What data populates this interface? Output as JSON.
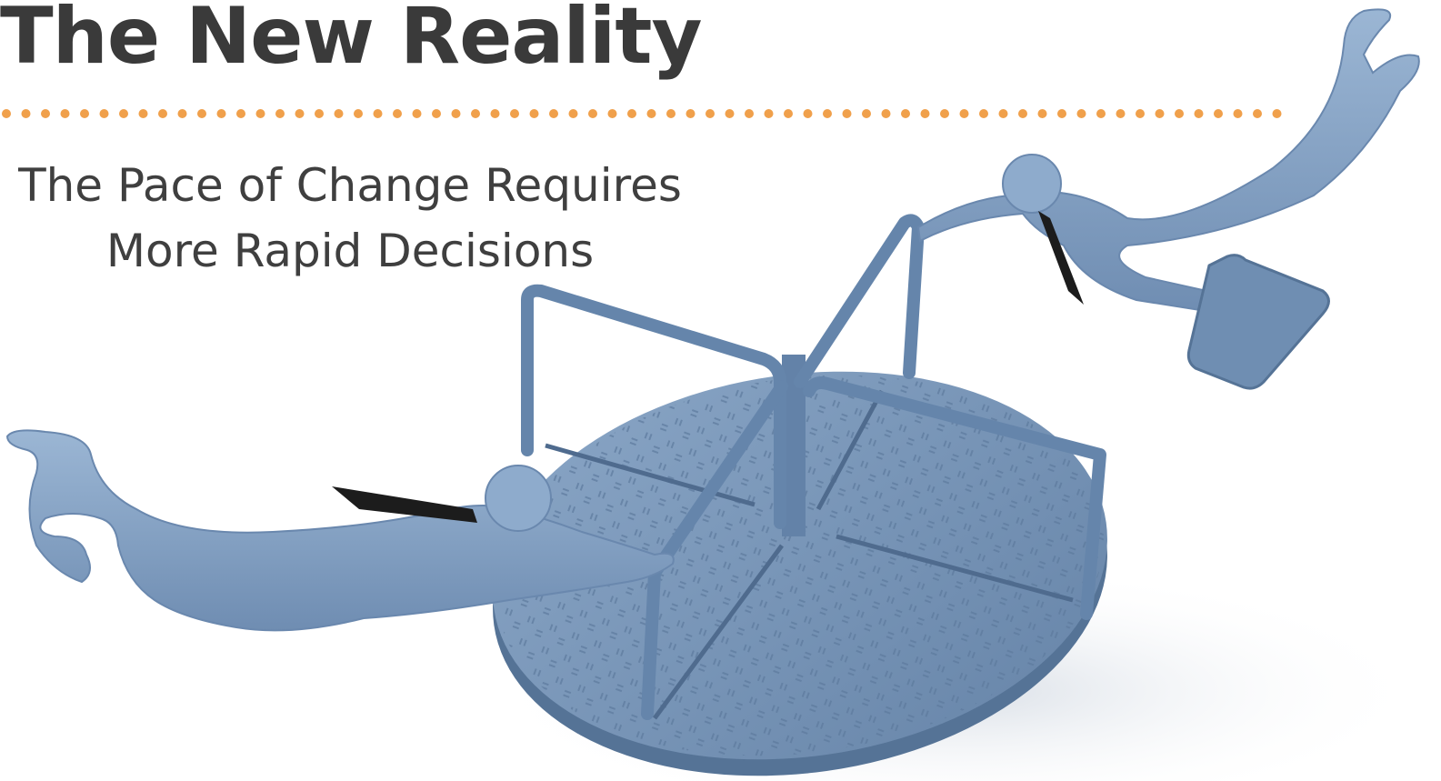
{
  "slide": {
    "title": "The New Reality",
    "subtitle_line1": "The Pace of Change Requires",
    "subtitle_line2": "More Rapid Decisions"
  },
  "colors": {
    "title_text": "#3a3a3a",
    "subtitle_text": "#3f3f3f",
    "divider_dots": "#f0a04b",
    "figure_blue": "#7f9fc2",
    "platform_blue": "#6f8eb2",
    "tie_black": "#1c1c1c"
  },
  "illustration": {
    "icon": "merry-go-round-businessmen-illustration"
  }
}
